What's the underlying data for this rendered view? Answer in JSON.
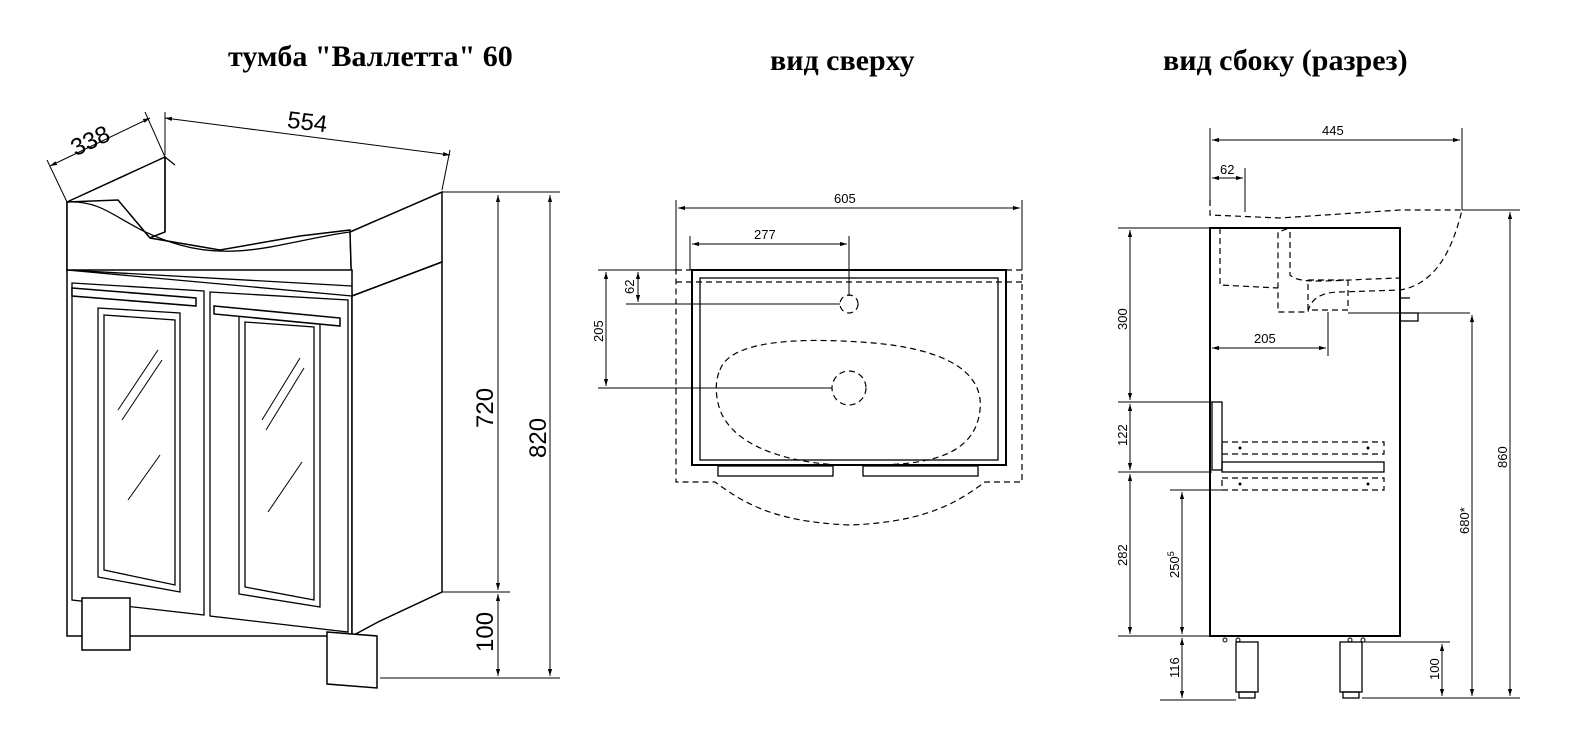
{
  "titles": {
    "main": "тумба \"Валлетта\" 60",
    "top_view": "вид сверху",
    "side_view": "вид сбоку (разрез)"
  },
  "front_dims": {
    "depth": "338",
    "width": "554",
    "body_height": "720",
    "total_height": "820",
    "leg_height": "100"
  },
  "top_dims": {
    "total_width": "605",
    "hole_offset": "277",
    "back_offset": "62",
    "drain_depth": "205"
  },
  "side_dims": {
    "total_depth": "445",
    "rim": "62",
    "siphon_offset": "205",
    "upper": "300",
    "middle": "122",
    "lower": "282",
    "shelf": "250",
    "shelf_sup": "5",
    "leg": "116",
    "leg_right": "100",
    "total": "860",
    "mount": "680*"
  }
}
